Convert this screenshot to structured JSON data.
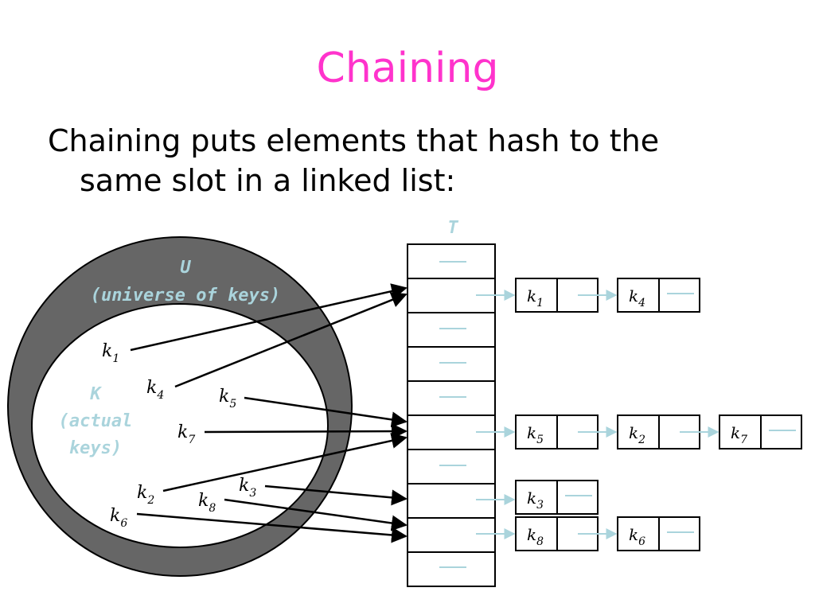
{
  "title": "Chaining",
  "body": {
    "line1": "Chaining puts elements that hash to the",
    "line2": "same slot in a linked list:"
  },
  "table_label": "T",
  "universe": {
    "label_line1": "U",
    "label_line2": "(universe of keys)"
  },
  "actual_keys": {
    "label_line1": "K",
    "label_line2": "(actual",
    "label_line3": "keys)"
  },
  "keys": [
    {
      "name": "k",
      "sub": "1"
    },
    {
      "name": "k",
      "sub": "4"
    },
    {
      "name": "k",
      "sub": "5"
    },
    {
      "name": "k",
      "sub": "7"
    },
    {
      "name": "k",
      "sub": "2"
    },
    {
      "name": "k",
      "sub": "3"
    },
    {
      "name": "k",
      "sub": "8"
    },
    {
      "name": "k",
      "sub": "6"
    }
  ],
  "table_slots": [
    {
      "index": 0,
      "chain": []
    },
    {
      "index": 1,
      "chain": [
        {
          "name": "k",
          "sub": "1"
        },
        {
          "name": "k",
          "sub": "4"
        }
      ]
    },
    {
      "index": 2,
      "chain": []
    },
    {
      "index": 3,
      "chain": []
    },
    {
      "index": 4,
      "chain": []
    },
    {
      "index": 5,
      "chain": [
        {
          "name": "k",
          "sub": "5"
        },
        {
          "name": "k",
          "sub": "2"
        },
        {
          "name": "k",
          "sub": "7"
        }
      ]
    },
    {
      "index": 6,
      "chain": []
    },
    {
      "index": 7,
      "chain": [
        {
          "name": "k",
          "sub": "3"
        }
      ]
    },
    {
      "index": 8,
      "chain": [
        {
          "name": "k",
          "sub": "8"
        },
        {
          "name": "k",
          "sub": "6"
        }
      ]
    },
    {
      "index": 9,
      "chain": []
    }
  ],
  "hash_mapping": [
    {
      "key": "k1",
      "slot": 1
    },
    {
      "key": "k4",
      "slot": 1
    },
    {
      "key": "k5",
      "slot": 5
    },
    {
      "key": "k7",
      "slot": 5
    },
    {
      "key": "k2",
      "slot": 5
    },
    {
      "key": "k3",
      "slot": 7
    },
    {
      "key": "k8",
      "slot": 8
    },
    {
      "key": "k6",
      "slot": 8
    }
  ],
  "colors": {
    "title": "#ff33cc",
    "outer_ring": "#666666",
    "nil_and_pointer": "#aad4dc",
    "text": "#000000"
  }
}
